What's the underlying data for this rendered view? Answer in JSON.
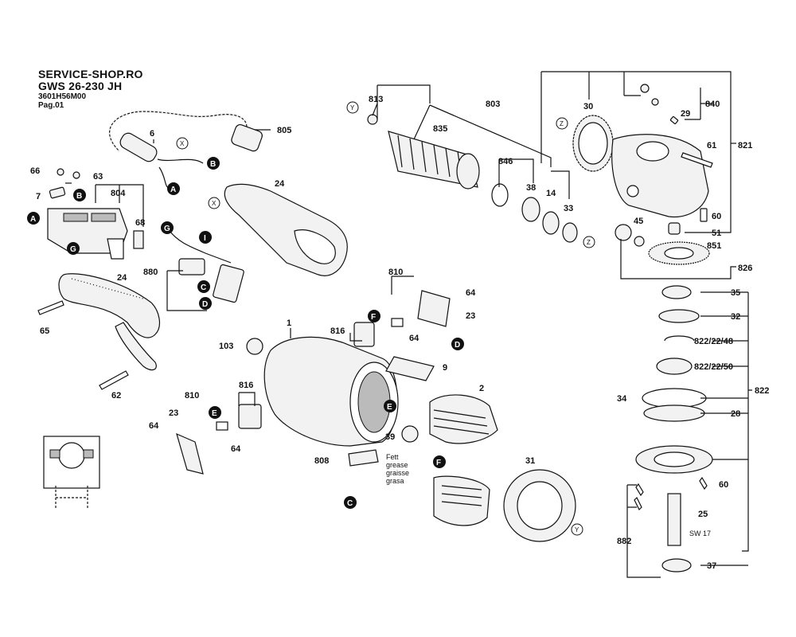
{
  "header": {
    "shop": "SERVICE-SHOP.RO",
    "model": "GWS 26-230 JH",
    "code": "3601H56M00",
    "page": "Pag.01"
  },
  "labels": {
    "p813": "813",
    "p803": "803",
    "p835": "835",
    "p30": "30",
    "p840": "840",
    "p29": "29",
    "p805": "805",
    "p6": "6",
    "p66": "66",
    "p63": "63",
    "p7": "7",
    "p804": "804",
    "p68": "68",
    "p24a": "24",
    "p24b": "24",
    "p846": "846",
    "p38": "38",
    "p14": "14",
    "p33": "33",
    "p61": "61",
    "p821": "821",
    "p60a": "60",
    "p45": "45",
    "p51": "51",
    "p851": "851",
    "p826": "826",
    "p880": "880",
    "p810a": "810",
    "p64a": "64",
    "p23a": "23",
    "p816a": "816",
    "p64b": "64",
    "p65": "65",
    "p103": "103",
    "p1": "1",
    "p9": "9",
    "p35": "35",
    "p32": "32",
    "p822_48": "822/22/48",
    "p822_50": "822/22/50",
    "p62": "62",
    "p810b": "810",
    "p816b": "816",
    "p2": "2",
    "p23b": "23",
    "p34": "34",
    "p822": "822",
    "p28": "28",
    "p64c": "64",
    "p64d": "64",
    "p39": "39",
    "p808": "808",
    "p31": "31",
    "p60b": "60",
    "p25": "25",
    "p882": "882",
    "sw17": "SW 17",
    "p37": "37"
  },
  "grease_note": [
    "Fett",
    "grease",
    "graisse",
    "grasa"
  ],
  "markers": {
    "A": "A",
    "B": "B",
    "C": "C",
    "D": "D",
    "E": "E",
    "F": "F",
    "G": "G",
    "I": "I"
  },
  "refs": {
    "X": "X",
    "Y": "Y",
    "Z": "Z"
  }
}
